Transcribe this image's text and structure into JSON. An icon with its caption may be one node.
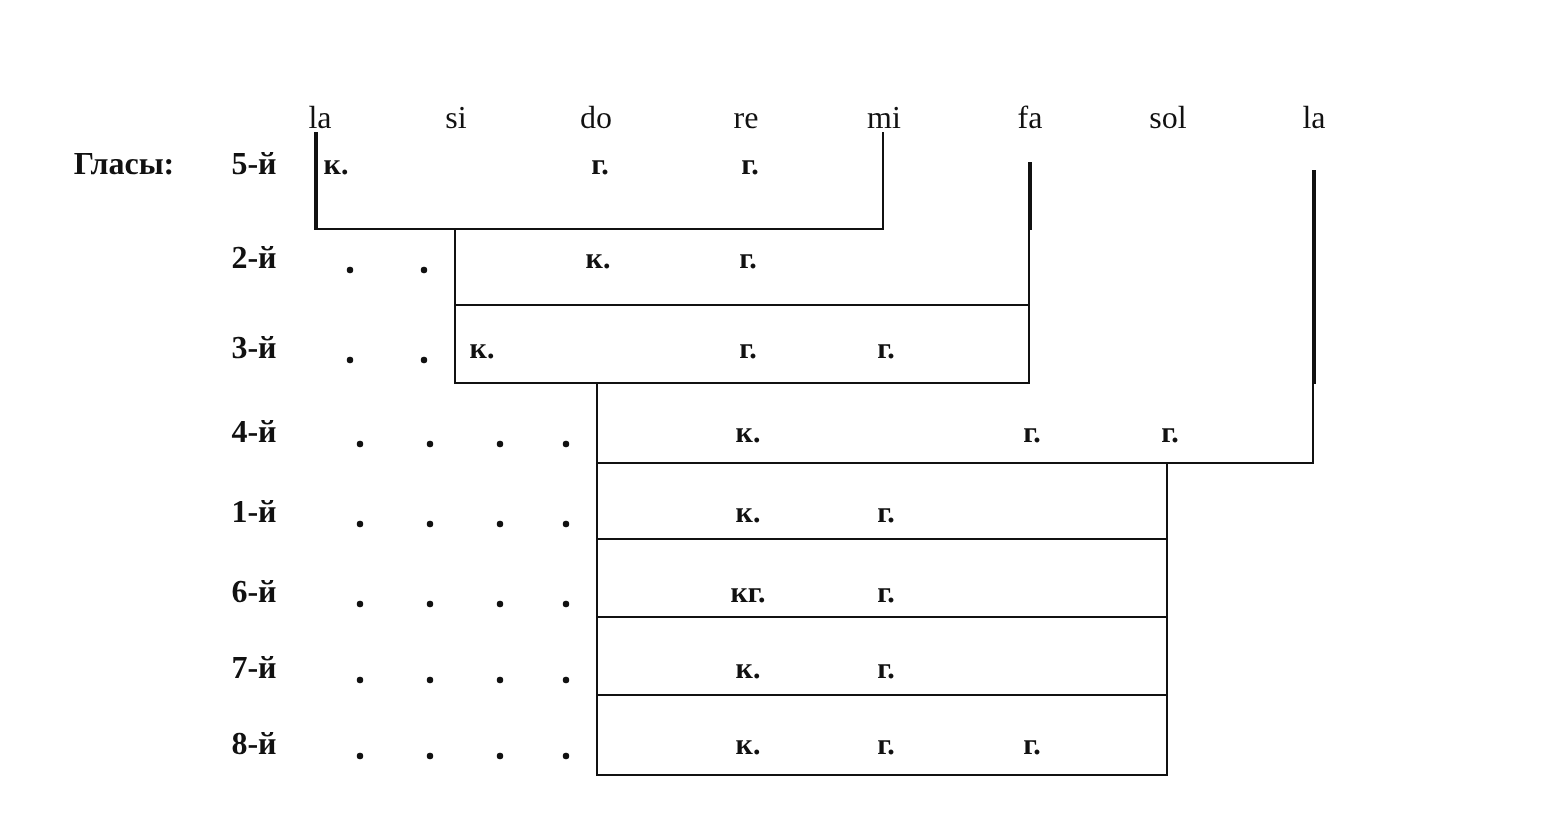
{
  "diagram": {
    "nodes": [
      {
        "text": [
          "к.",
          "г.",
          "г."
        ]
      },
      {
        "text": [
          "к.",
          "г."
        ]
      },
      {
        "text": [
          "к.",
          "г.",
          "г."
        ]
      },
      {
        "text": [
          "к.",
          "г.",
          "г."
        ]
      },
      {
        "text": [
          "к.",
          "г."
        ]
      },
      {
        "text": [
          "кг.",
          "г."
        ]
      },
      {
        "text": [
          "к.",
          "г."
        ]
      },
      {
        "text": [
          "к.",
          "г.",
          "г."
        ]
      }
    ],
    "labels": [
      "la",
      "si",
      "do",
      "re",
      "mi",
      "fa",
      "sol",
      "la",
      "Гласы:",
      "5-й",
      "2-й",
      "3-й",
      "4-й",
      "1-й",
      "6-й",
      "7-й",
      "8-й"
    ]
  }
}
